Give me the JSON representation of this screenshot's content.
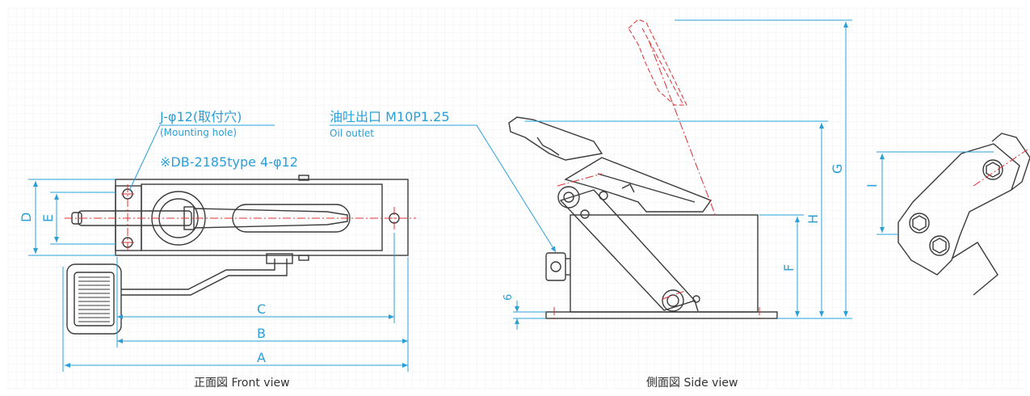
{
  "colors": {
    "outline": "#3a3a3a",
    "dimension": "#2a9fd8",
    "centerline": "#e03030",
    "grid": "#eef1f5",
    "caption": "#333333"
  },
  "front_view": {
    "caption": "正面図  Front view",
    "mount_note_jp": "J-φ12(取付穴)",
    "mount_note_en": "(Mounting hole)",
    "type_note": "※DB-2185type 4-φ12",
    "dims": {
      "A": "A",
      "B": "B",
      "C": "C",
      "D": "D",
      "E": "E"
    }
  },
  "side_view": {
    "caption": "側面図  Side view",
    "outlet_note_jp": "油吐出口 M10P1.25",
    "outlet_note_en": "Oil outlet",
    "dims": {
      "F": "F",
      "G": "G",
      "H": "H",
      "six": "6"
    }
  },
  "detail_view": {
    "dims": {
      "I": "I"
    }
  }
}
